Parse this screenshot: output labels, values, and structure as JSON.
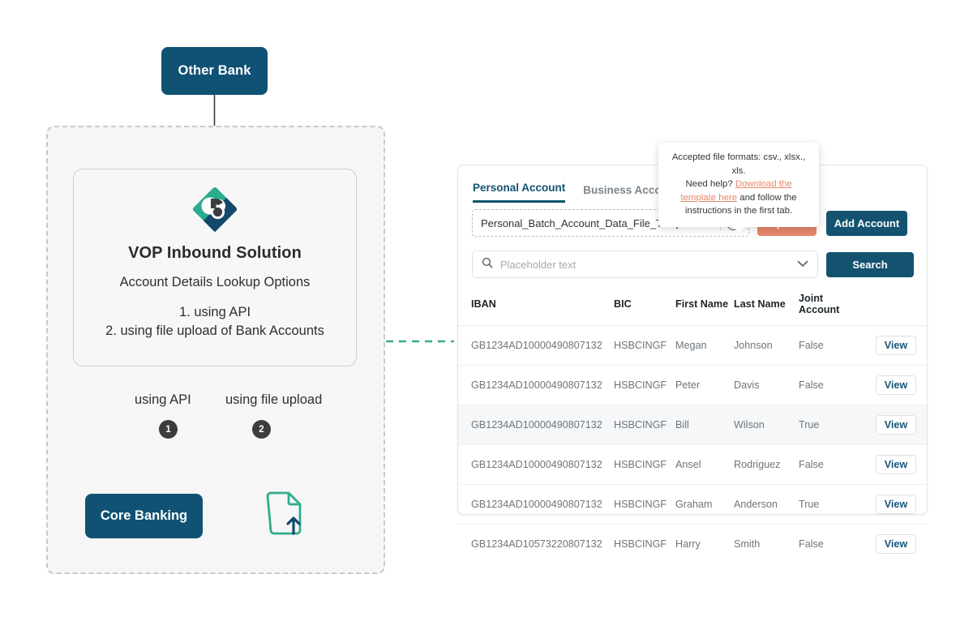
{
  "diagram": {
    "other_bank": "Other Bank",
    "vop_title": "VOP Inbound Solution",
    "vop_subtitle": "Account Details Lookup Options",
    "vop_option_1": "1. using API",
    "vop_option_2": "2. using file upload of Bank Accounts",
    "branch_label_api": "using API",
    "branch_label_file": "using file upload",
    "badge_1": "1",
    "badge_2": "2",
    "core_banking": "Core Banking",
    "logo_icon": "vop-brand-logo",
    "file_upload_icon": "file-upload-icon",
    "connector_icon": "dashed-arrow-left"
  },
  "panel": {
    "tabs": [
      {
        "label": "Personal Account",
        "active": true
      },
      {
        "label": "Business Account",
        "active": false
      }
    ],
    "upload": {
      "file_name": "Personal_Batch_Account_Data_File_Template.csv",
      "clear_icon": "close-icon",
      "help_icon": "question-mark-icon",
      "upload_label": "Upload",
      "add_account_label": "Add Account"
    },
    "search": {
      "placeholder": "Placeholder text",
      "value": "",
      "search_icon": "search-icon",
      "chevron_icon": "chevron-down-icon",
      "search_label": "Search"
    },
    "table": {
      "columns": [
        "IBAN",
        "BIC",
        "First Name",
        "Last Name",
        "Joint Account",
        ""
      ],
      "action_label": "View",
      "rows": [
        {
          "iban": "GB1234AD10000490807132",
          "bic": "HSBCINGF",
          "first_name": "Megan",
          "last_name": "Johnson",
          "joint_account": "False",
          "highlight": false
        },
        {
          "iban": "GB1234AD10000490807132",
          "bic": "HSBCINGF",
          "first_name": "Peter",
          "last_name": "Davis",
          "joint_account": "False",
          "highlight": false
        },
        {
          "iban": "GB1234AD10000490807132",
          "bic": "HSBCINGF",
          "first_name": "Bill",
          "last_name": "Wilson",
          "joint_account": "True",
          "highlight": true
        },
        {
          "iban": "GB1234AD10000490807132",
          "bic": "HSBCINGF",
          "first_name": "Ansel",
          "last_name": "Rodriguez",
          "joint_account": "False",
          "highlight": false
        },
        {
          "iban": "GB1234AD10000490807132",
          "bic": "HSBCINGF",
          "first_name": "Graham",
          "last_name": "Anderson",
          "joint_account": "True",
          "highlight": false
        },
        {
          "iban": "GB1234AD10573220807132",
          "bic": "HSBCINGF",
          "first_name": "Harry",
          "last_name": "Smith",
          "joint_account": "False",
          "highlight": false
        }
      ]
    }
  },
  "tooltip": {
    "line1": "Accepted file formats: csv., xlsx., xls.",
    "line2_prefix": "Need help? ",
    "link_text": "Download the template here",
    "line2_suffix": " and follow the instructions in the first tab."
  },
  "colors": {
    "navy": "#0f5274",
    "navy_button": "#13536f",
    "coral": "#e7866b",
    "teal": "#2fac8e",
    "badge_gray": "#3c3c3c",
    "panel_bg": "#f6f6f6"
  }
}
